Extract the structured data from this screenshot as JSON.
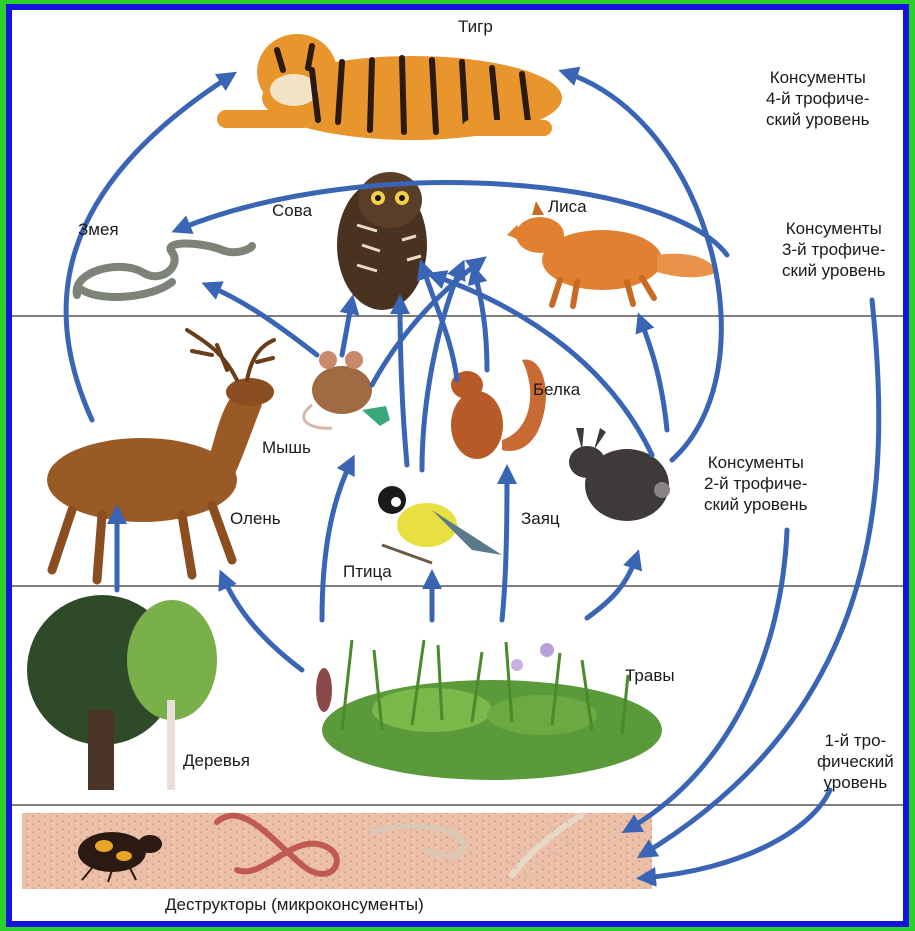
{
  "organisms": {
    "tiger": "Тигр",
    "snake": "Змея",
    "owl": "Сова",
    "fox": "Лиса",
    "mouse": "Мышь",
    "squirrel": "Белка",
    "deer": "Олень",
    "hare": "Заяц",
    "bird": "Птица",
    "grasses": "Травы",
    "trees": "Деревья",
    "decomposers": "Деструкторы (микроконсументы)"
  },
  "levels": {
    "level4": [
      "Консументы",
      "4-й трофиче-",
      "ский уровень"
    ],
    "level3": [
      "Консументы",
      "3-й трофиче-",
      "ский уровень"
    ],
    "level2": [
      "Консументы",
      "2-й трофиче-",
      "ский уровень"
    ],
    "level1": [
      "1-й тро-",
      "фический",
      "уровень"
    ]
  },
  "colors": {
    "frame_outer": "#2bd02b",
    "frame_inner": "#1414e0",
    "arrow": "#3a64b4",
    "divider": "#555555",
    "soil": "#eab8a0"
  }
}
